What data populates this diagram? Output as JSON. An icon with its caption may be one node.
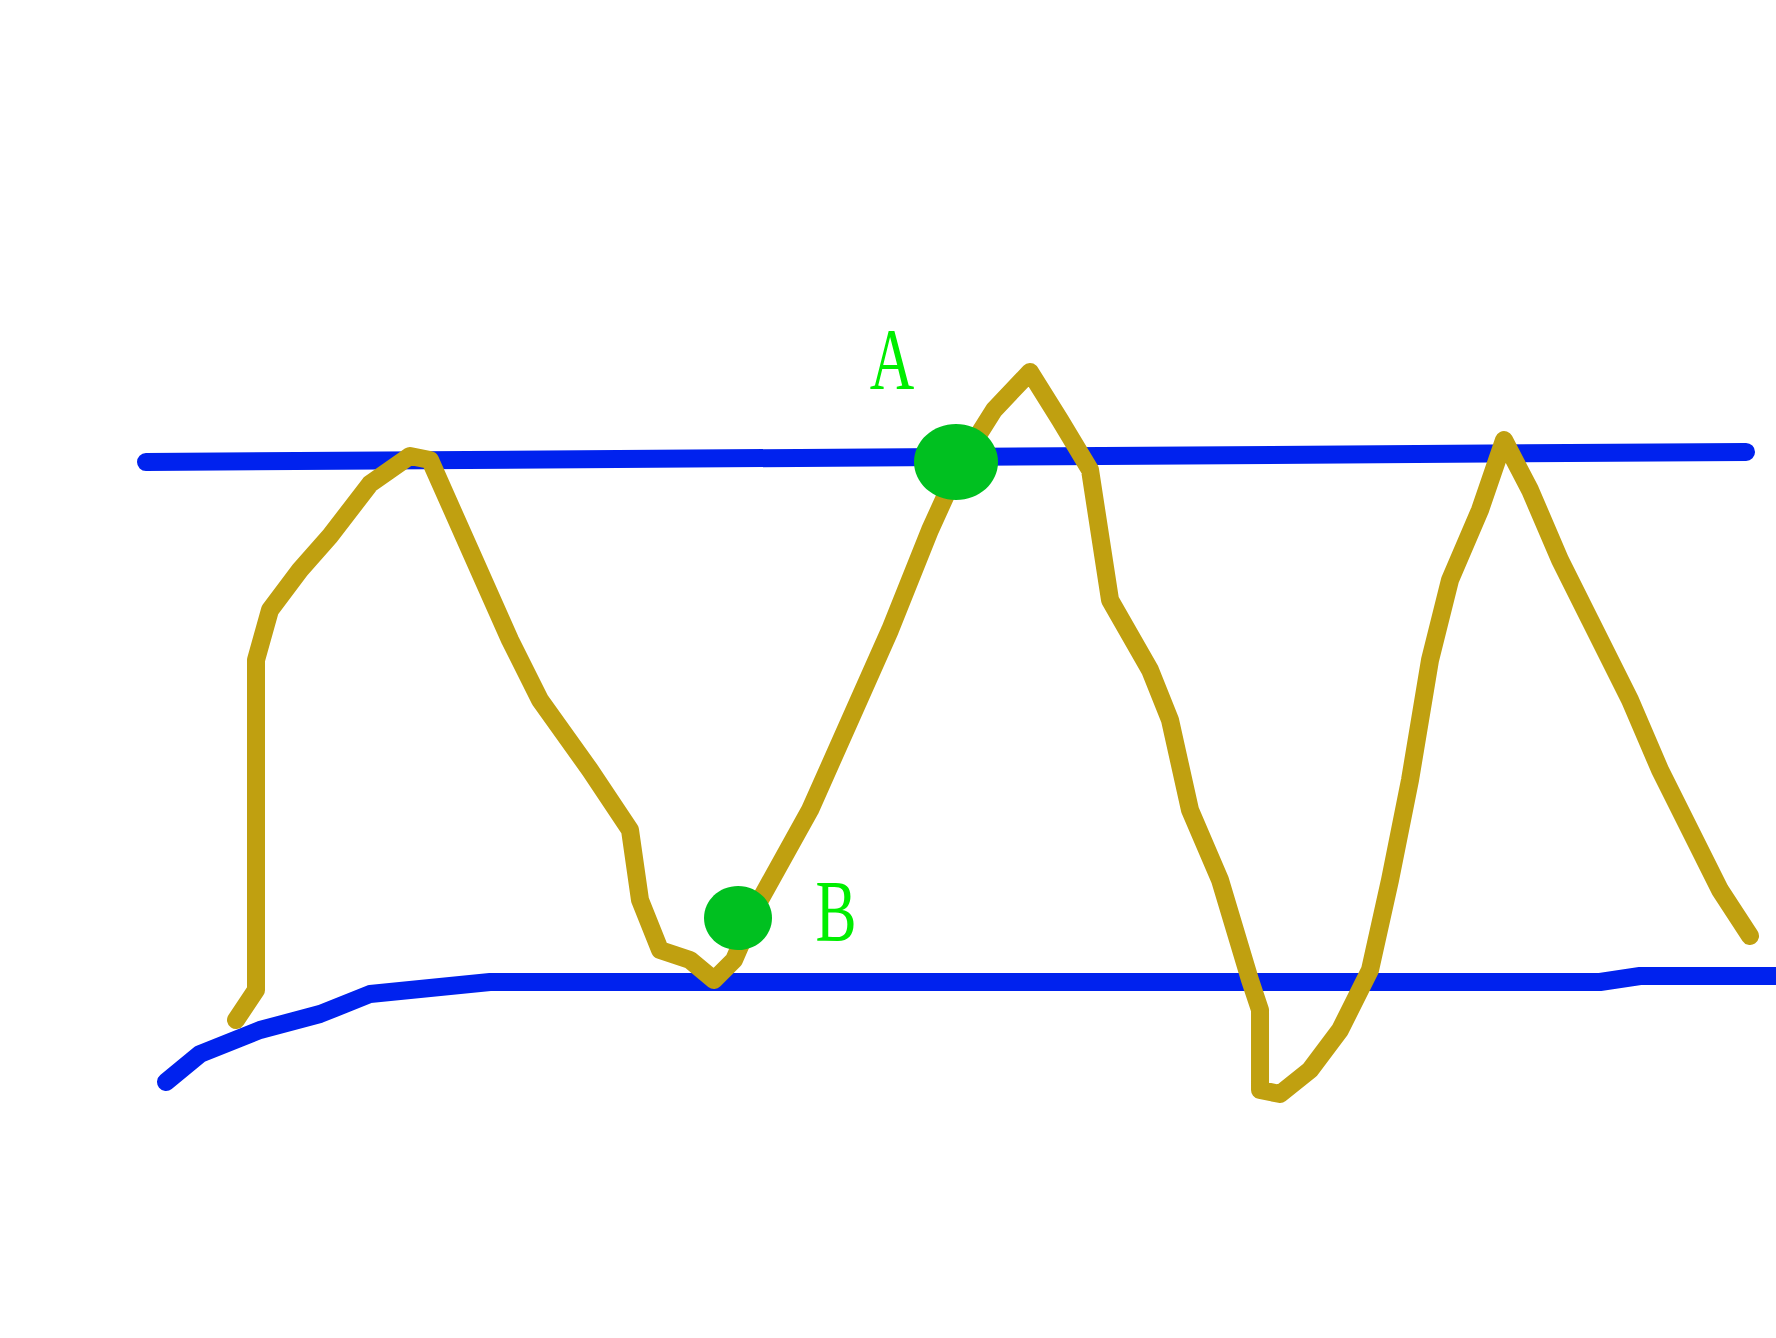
{
  "diagram": {
    "nodes": [
      {
        "text": [],
        "shape": "circle",
        "beside": [
          "A"
        ]
      },
      {
        "text": [],
        "shape": "circle",
        "beside": [
          "B"
        ]
      }
    ]
  }
}
